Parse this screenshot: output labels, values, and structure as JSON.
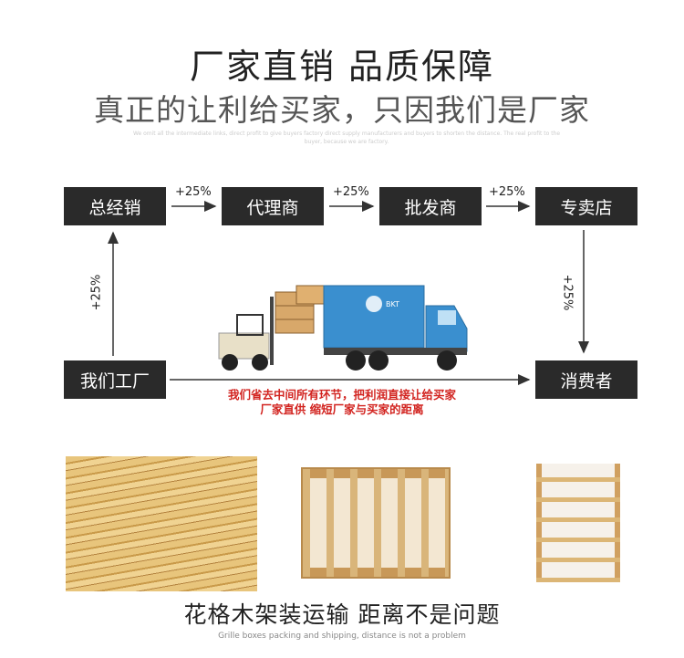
{
  "header": {
    "title": "厂家直销  品质保障",
    "subtitle": "真正的让利给买家，只因我们是厂家",
    "faint_text": "We omit all the intermediate links, direct profit to give buyers factory direct supply manufacturers and buyers to shorten the distance. The real profit to the buyer, because we are factory."
  },
  "flow": {
    "boxes": [
      "总经销",
      "代理商",
      "批发商",
      "专卖店",
      "我们工厂",
      "消费者"
    ],
    "markups": [
      "+25%",
      "+25%",
      "+25%",
      "+25%",
      "+25%"
    ]
  },
  "truck_logo": "BKT",
  "note": {
    "line1": "我们省去中间所有环节，把利润直接让给买家",
    "line2": "厂家直供 缩短厂家与买家的距离"
  },
  "footer": {
    "caption": "花格木架装运输   距离不是问题",
    "caption_en": "Grille boxes packing and shipping, distance is not a problem"
  }
}
